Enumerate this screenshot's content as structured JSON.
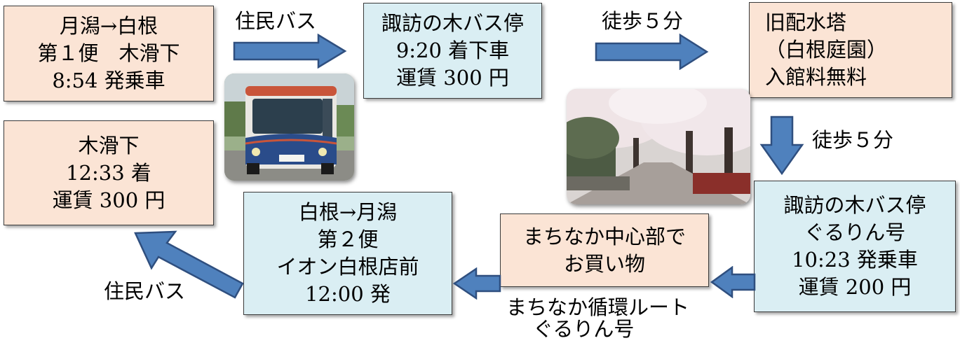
{
  "steps": {
    "depart": {
      "lines": [
        "月潟→白根",
        "第１便　木滑下",
        "8:54 発乗車"
      ]
    },
    "arrive_suwa": {
      "lines": [
        "諏訪の木バス停",
        "9:20 着下車",
        "運賃 300 円"
      ]
    },
    "water_tower": {
      "lines": [
        "旧配水塔",
        "（白根庭園）",
        "入館料無料"
      ]
    },
    "guruin_depart": {
      "lines": [
        "諏訪の木バス停",
        "ぐるりん号",
        "10:23 発乗車",
        "運賃 200 円"
      ]
    },
    "shopping": {
      "lines": [
        "まちなか中心部で",
        "お買い物"
      ]
    },
    "return_bus": {
      "lines": [
        "白根→月潟",
        "第２便",
        "イオン白根店前",
        "12:00 発"
      ]
    },
    "arrive_kinameshita": {
      "lines": [
        "木滑下",
        "12:33 着",
        "運賃 300 円"
      ]
    }
  },
  "labels": {
    "bus_out": "住民バス",
    "walk_1": "徒歩５分",
    "walk_2": "徒歩５分",
    "loop_route_1": "まちなか循環ルート",
    "loop_route_2": "ぐるりん号",
    "bus_return": "住民バス"
  },
  "colors": {
    "box_peach": "#fbe4d5",
    "box_blue": "#daeef3",
    "arrow_fill": "#4f81bd",
    "arrow_stroke": "#2f4f7f"
  },
  "images": {
    "bus_photo": "community-bus-photo",
    "cherry_photo": "cherry-blossom-garden-photo"
  }
}
